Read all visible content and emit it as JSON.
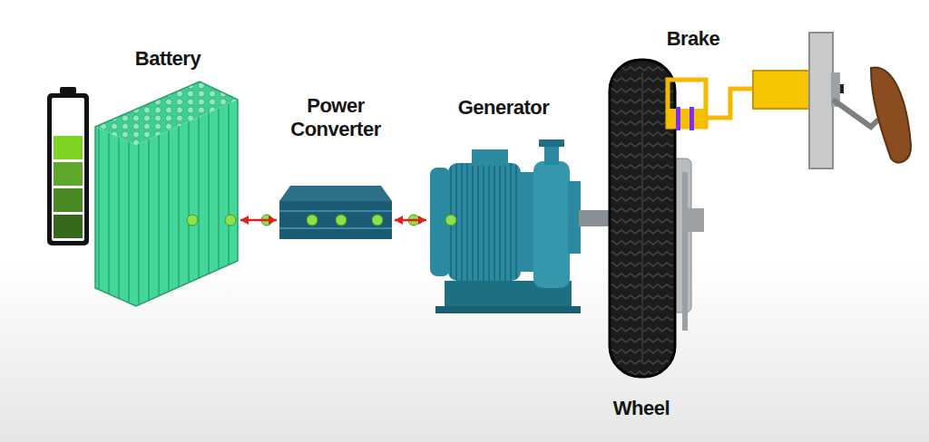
{
  "diagram": {
    "nodes": [
      {
        "text": [
          "Battery"
        ]
      },
      {
        "text": [
          "Power Converter"
        ]
      },
      {
        "text": [
          "Generator"
        ]
      },
      {
        "text": [
          "Wheel"
        ]
      },
      {
        "text": [
          "Brake"
        ]
      }
    ],
    "edges": [
      {
        "from": 0,
        "to": 1,
        "arrow": "both"
      },
      {
        "from": 1,
        "to": 2,
        "arrow": "both"
      }
    ]
  }
}
